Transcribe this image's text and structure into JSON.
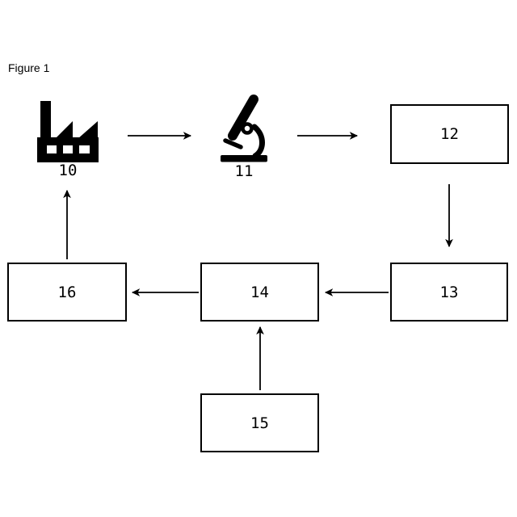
{
  "figure": {
    "label": "Figure 1"
  },
  "diagram": {
    "background_color": "#ffffff",
    "line_color": "#000000",
    "nodes": [
      {
        "id": "10",
        "kind": "icon",
        "icon": "factory-icon",
        "label": "10"
      },
      {
        "id": "11",
        "kind": "icon",
        "icon": "microscope-icon",
        "label": "11"
      },
      {
        "id": "12",
        "kind": "box",
        "label": "12"
      },
      {
        "id": "13",
        "kind": "box",
        "label": "13"
      },
      {
        "id": "14",
        "kind": "box",
        "label": "14"
      },
      {
        "id": "15",
        "kind": "box",
        "label": "15"
      },
      {
        "id": "16",
        "kind": "box",
        "label": "16"
      }
    ],
    "edges": [
      {
        "from": "10",
        "to": "11",
        "direction": "right"
      },
      {
        "from": "11",
        "to": "12",
        "direction": "right"
      },
      {
        "from": "12",
        "to": "13",
        "direction": "down"
      },
      {
        "from": "13",
        "to": "14",
        "direction": "left"
      },
      {
        "from": "14",
        "to": "16",
        "direction": "left"
      },
      {
        "from": "16",
        "to": "10",
        "direction": "up"
      },
      {
        "from": "15",
        "to": "14",
        "direction": "up"
      }
    ]
  }
}
